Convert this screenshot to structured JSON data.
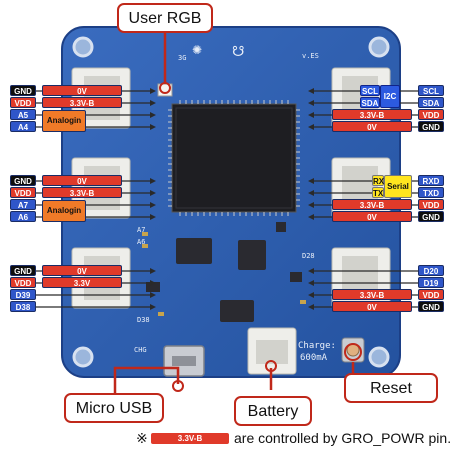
{
  "callouts": {
    "user_rgb": "User RGB",
    "micro_usb": "Micro USB",
    "battery": "Battery",
    "reset": "Reset"
  },
  "left_pins": {
    "g1": [
      "GND",
      "VDD",
      "A5",
      "A4"
    ],
    "g2": [
      "GND",
      "VDD",
      "A7",
      "A6"
    ],
    "g3": [
      "GND",
      "VDD",
      "D39",
      "D38"
    ]
  },
  "left_power": {
    "g1": [
      "0V",
      "3.3V-B"
    ],
    "g2": [
      "0V",
      "3.3V-B"
    ],
    "g3": [
      "0V",
      "3.3V"
    ]
  },
  "left_func": {
    "g1": "Analogin",
    "g2": "Analogin"
  },
  "right_pins": {
    "g1": [
      "SCL",
      "SDA",
      "VDD",
      "GND"
    ],
    "g2": [
      "RXD",
      "TXD",
      "VDD",
      "GND"
    ],
    "g3": [
      "D20",
      "D19",
      "VDD",
      "GND"
    ]
  },
  "right_power": {
    "g1": [
      "3.3V-B",
      "0V"
    ],
    "g2": [
      "3.3V-B",
      "0V"
    ],
    "g3": [
      "3.3V-B",
      "0V"
    ]
  },
  "right_func": {
    "i2c_sub": [
      "SCL",
      "SDA"
    ],
    "i2c": "I2C",
    "serial_sub": [
      "RX",
      "TX"
    ],
    "serial": "Serial"
  },
  "board_text": {
    "top_left": "3G",
    "top_right": "v.ES",
    "a7": "A7",
    "a6": "A6",
    "d38": "D38",
    "d28": "D28",
    "chg": "CHG",
    "charge_1": "Charge:",
    "charge_2": "600mA"
  },
  "footnote": {
    "symbol": "※",
    "pill": "3.3V-B",
    "text": "are controlled by GRO_POWR pin."
  },
  "colors": {
    "board": "#2e5fb0",
    "board_dark": "#1c3f86",
    "accent_red": "#c0281a",
    "gnd_black": "#0d0d0d",
    "power_red": "#e03a2a",
    "analog_orange": "#f07a28",
    "serial_yellow": "#ffe51f"
  }
}
